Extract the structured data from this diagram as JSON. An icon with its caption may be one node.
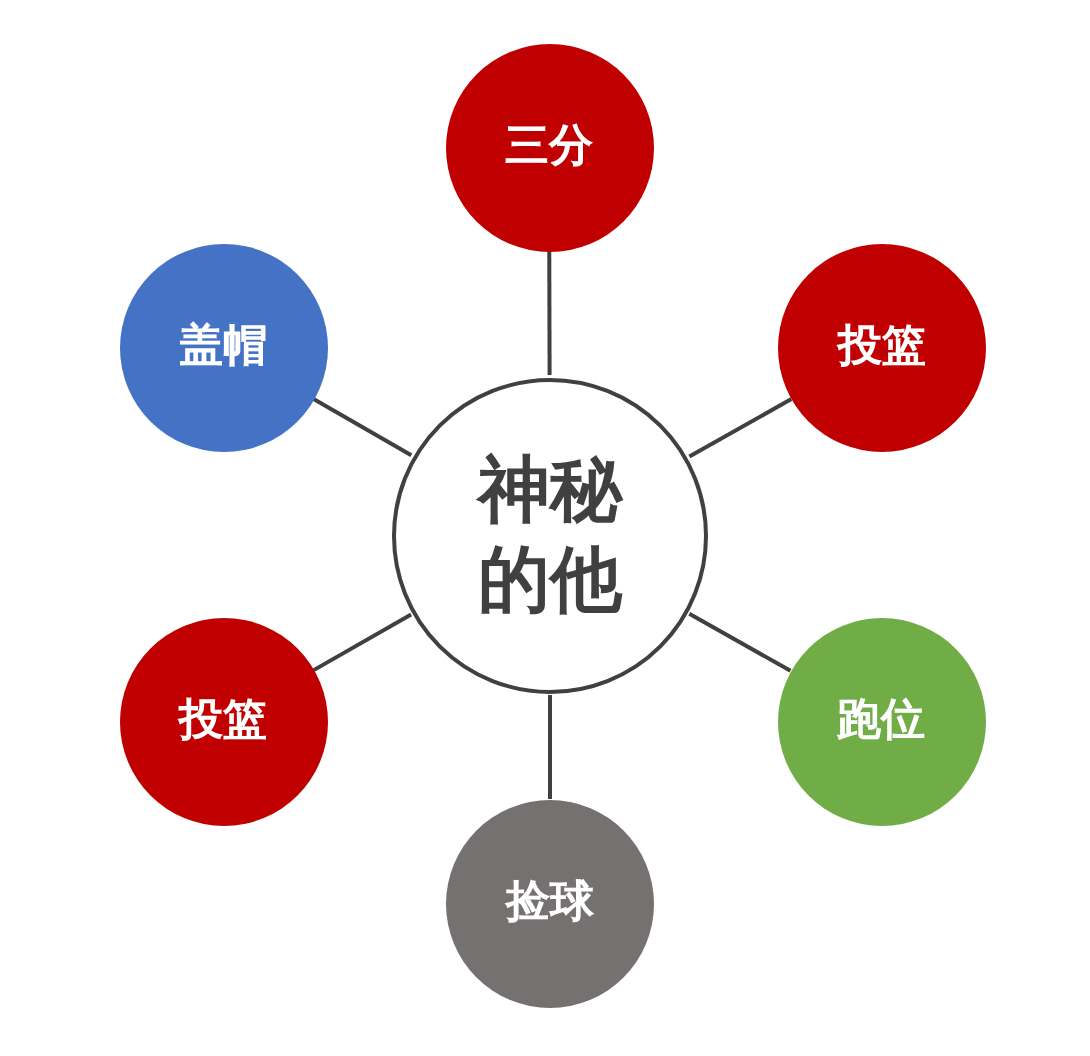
{
  "diagram": {
    "nodes": [
      {
        "text": [
          "神秘的他"
        ]
      },
      {
        "text": [
          "三分"
        ]
      },
      {
        "text": [
          "投篮"
        ]
      },
      {
        "text": [
          "跑位"
        ]
      },
      {
        "text": [
          "捡球"
        ]
      },
      {
        "text": [
          "投篮"
        ]
      },
      {
        "text": [
          "盖帽"
        ]
      }
    ],
    "edges": [
      {
        "from": 0,
        "to": 1,
        "arrow": "none"
      },
      {
        "from": 0,
        "to": 2,
        "arrow": "none"
      },
      {
        "from": 0,
        "to": 3,
        "arrow": "none"
      },
      {
        "from": 0,
        "to": 4,
        "arrow": "none"
      },
      {
        "from": 0,
        "to": 5,
        "arrow": "none"
      },
      {
        "from": 0,
        "to": 6,
        "arrow": "none"
      }
    ]
  }
}
